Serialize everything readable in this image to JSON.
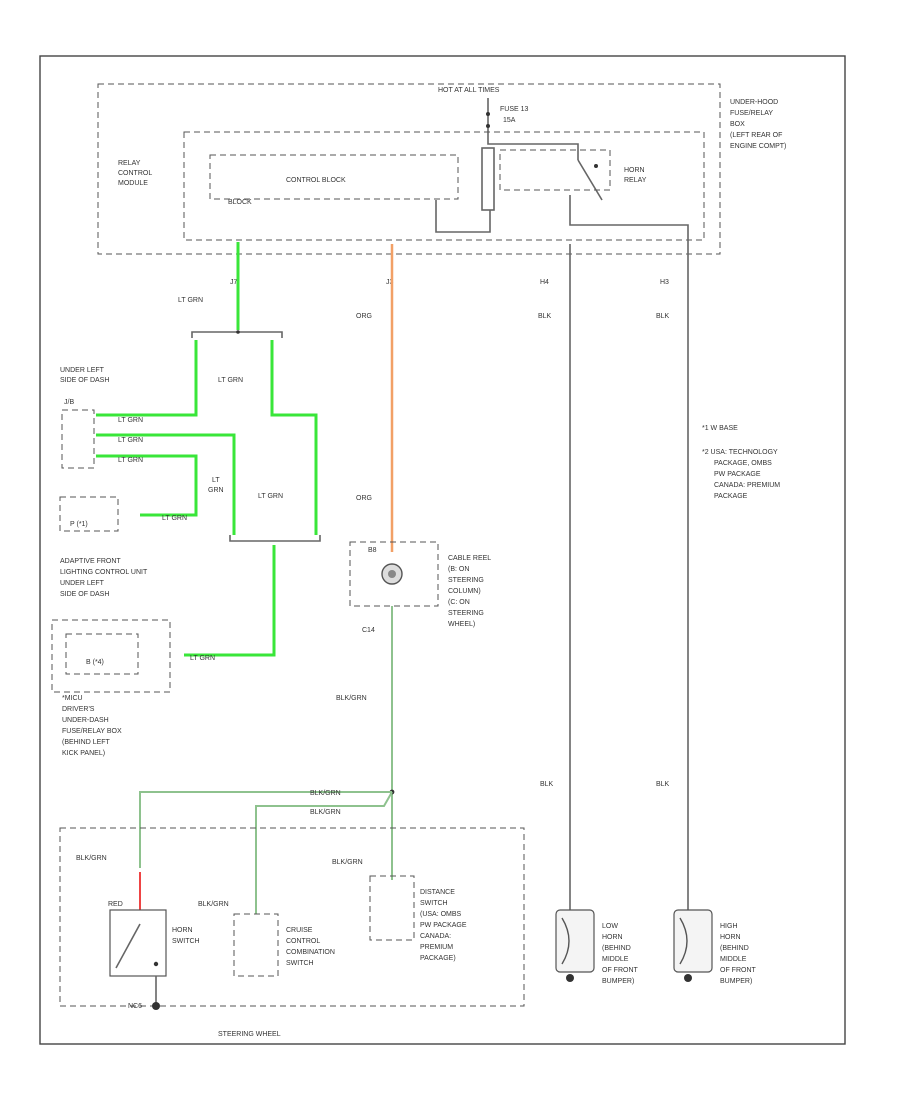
{
  "labels": {
    "hot": "HOT AT ALL TIMES",
    "fuse": "FUSE 13",
    "fuse_amp": "15A",
    "underhood_box": [
      "UNDER-HOOD",
      "FUSE/RELAY",
      "BOX",
      "(LEFT REAR OF",
      "ENGINE COMPT)"
    ],
    "relay_module": [
      "RELAY",
      "CONTROL",
      "MODULE"
    ],
    "control_block": "CONTROL BLOCK",
    "block_conn": "BLOCK",
    "horn_relay": [
      "HORN",
      "RELAY"
    ],
    "pin_j7": "J7",
    "pin_j3": "J3",
    "pin_h4": "H4",
    "pin_h3": "H3",
    "ltgrn": "LT GRN",
    "org": "ORG",
    "blk": "BLK",
    "lt": "LT",
    "grn": "GRN",
    "under_left": [
      "UNDER LEFT",
      "SIDE OF DASH"
    ],
    "j_block": "J/B",
    "pin_conn": "P (*1)",
    "afl": [
      "ADAPTIVE FRONT",
      "LIGHTING CONTROL UNIT",
      "UNDER LEFT",
      "SIDE OF DASH"
    ],
    "b_conn": "B (*4)",
    "drivers_box": [
      "*MICU",
      "DRIVER'S",
      "UNDER-DASH",
      "FUSE/RELAY BOX",
      "(BEHIND LEFT",
      "KICK PANEL)"
    ],
    "cable_reel": [
      "CABLE REEL",
      "(B: ON",
      "STEERING",
      "COLUMN)",
      "(C: ON",
      "STEERING",
      "WHEEL)"
    ],
    "b8": "B8",
    "c14": "C14",
    "blkgrn": "BLK/GRN",
    "red": "RED",
    "horn_switch": [
      "HORN",
      "SWITCH"
    ],
    "cruise": [
      "CRUISE",
      "CONTROL",
      "COMBINATION",
      "SWITCH"
    ],
    "distance": [
      "DISTANCE",
      "SWITCH",
      "(USA: OMBS",
      "PW PACKAGE",
      "CANADA:",
      "PREMIUM",
      "PACKAGE)"
    ],
    "low_horn": [
      "LOW",
      "HORN",
      "(BEHIND",
      "MIDDLE",
      "OF FRONT",
      "BUMPER)"
    ],
    "high_horn": [
      "HIGH",
      "HORN",
      "(BEHIND",
      "MIDDLE",
      "OF FRONT",
      "BUMPER)"
    ],
    "note1": "*1 W BASE",
    "note2": [
      "*2 USA: TECHNOLOGY",
      "PACKAGE, OMBS",
      "PW PACKAGE",
      "CANADA: PREMIUM",
      "PACKAGE"
    ],
    "steering_wheel": "STEERING WHEEL",
    "nc6": "NC6"
  },
  "colors": {
    "lt_grn_wire": "#39e639",
    "org_wire": "#f2a066",
    "blk_grn_wire": "#8ec28e",
    "red_wire": "#ee4444",
    "blk_wire": "#666666"
  }
}
